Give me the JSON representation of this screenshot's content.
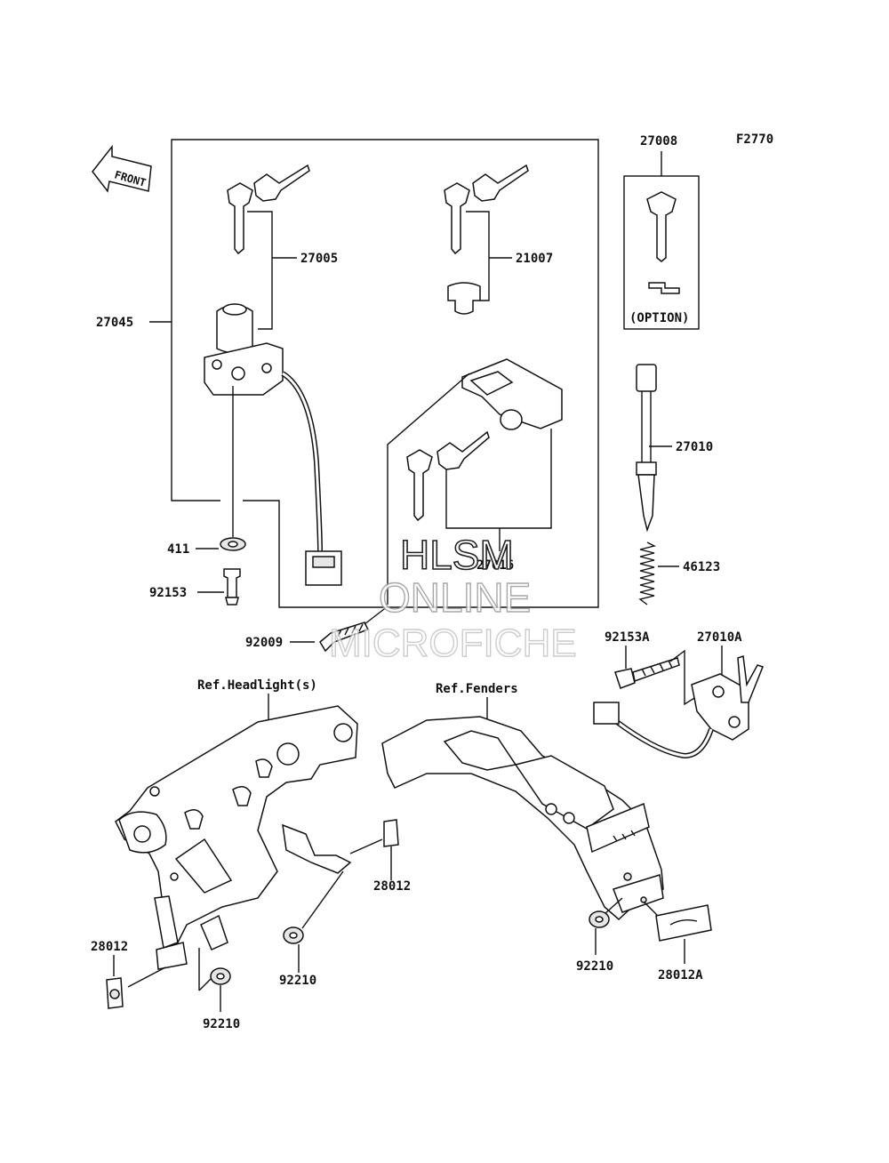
{
  "figure_code": "F2770",
  "front_label": "FRONT",
  "option_label": "(OPTION)",
  "watermark": {
    "line1": "HLSM",
    "line2": "ONLINE",
    "line3": "MICROFICHE"
  },
  "callouts": {
    "p27008": "27008",
    "p27005": "27005",
    "p21007": "21007",
    "p27045": "27045",
    "p27010": "27010",
    "p27016": "27016",
    "p411": "411",
    "p46123": "46123",
    "p92153": "92153",
    "p92009": "92009",
    "p92153A": "92153A",
    "p27010A": "27010A",
    "ref_headlights": "Ref.Headlight(s)",
    "ref_fenders": "Ref.Fenders",
    "p28012_center": "28012",
    "p28012_left": "28012",
    "p92210_center": "92210",
    "p92210_left": "92210",
    "p92210_right": "92210",
    "p28012A": "28012A"
  }
}
